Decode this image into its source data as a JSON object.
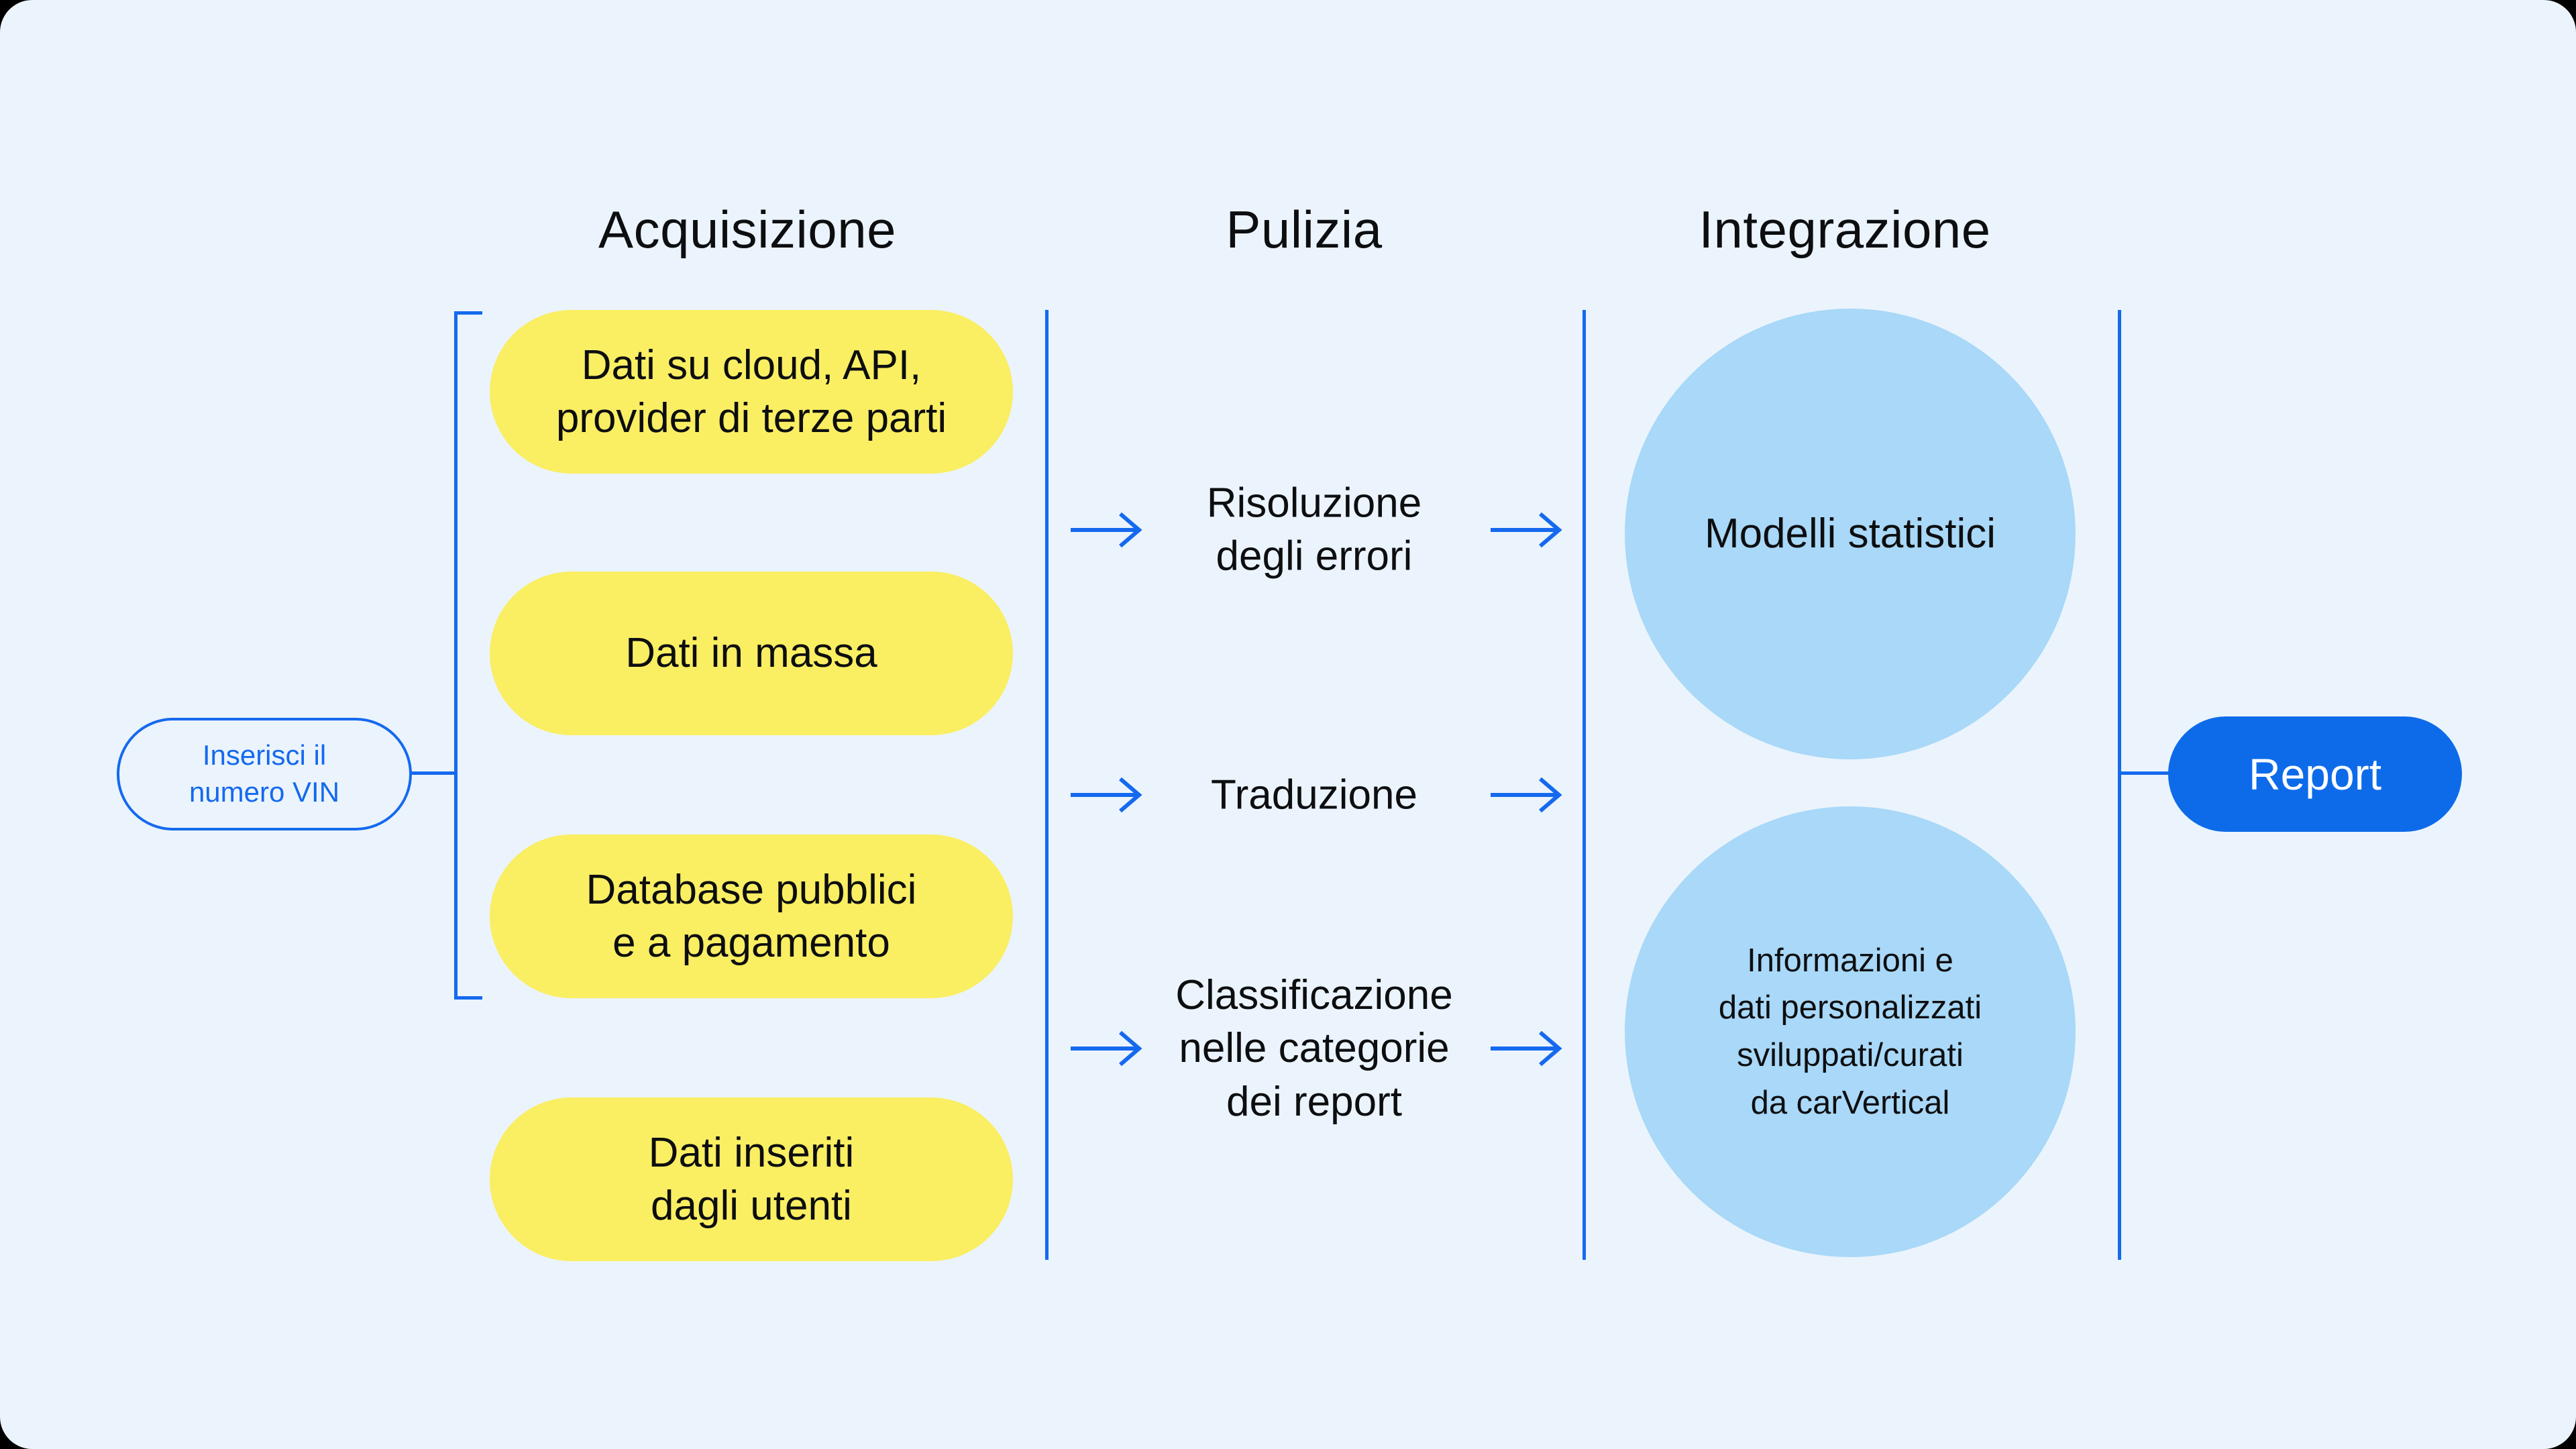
{
  "colors": {
    "frame": "#000000",
    "background": "#EBF4FC",
    "accent_blue": "#1569EE",
    "report_blue": "#0D6BEA",
    "pill_yellow": "#FAEE63",
    "circle_blue": "#A9D8F8",
    "text_dark": "#0D0E10",
    "report_text": "#FFFFFF"
  },
  "headers": [
    {
      "label": "Acquisizione"
    },
    {
      "label": "Pulizia"
    },
    {
      "label": "Integrazione"
    }
  ],
  "vin_input": {
    "label": "Inserisci il\nnumero VIN"
  },
  "acquisition_pills": [
    {
      "label": "Dati su cloud, API,\nprovider di terze parti"
    },
    {
      "label": "Dati in massa"
    },
    {
      "label": "Database pubblici\ne a pagamento"
    },
    {
      "label": "Dati inseriti\ndagli utenti"
    }
  ],
  "cleaning_steps": [
    {
      "label": "Risoluzione\ndegli errori"
    },
    {
      "label": "Traduzione"
    },
    {
      "label": "Classificazione\nnelle categorie\ndei report"
    }
  ],
  "integration_circles": [
    {
      "label": "Modelli statistici"
    },
    {
      "label": "Informazioni e\ndati personalizzati\nsviluppati/curati\nda carVertical"
    }
  ],
  "output": {
    "label": "Report"
  }
}
